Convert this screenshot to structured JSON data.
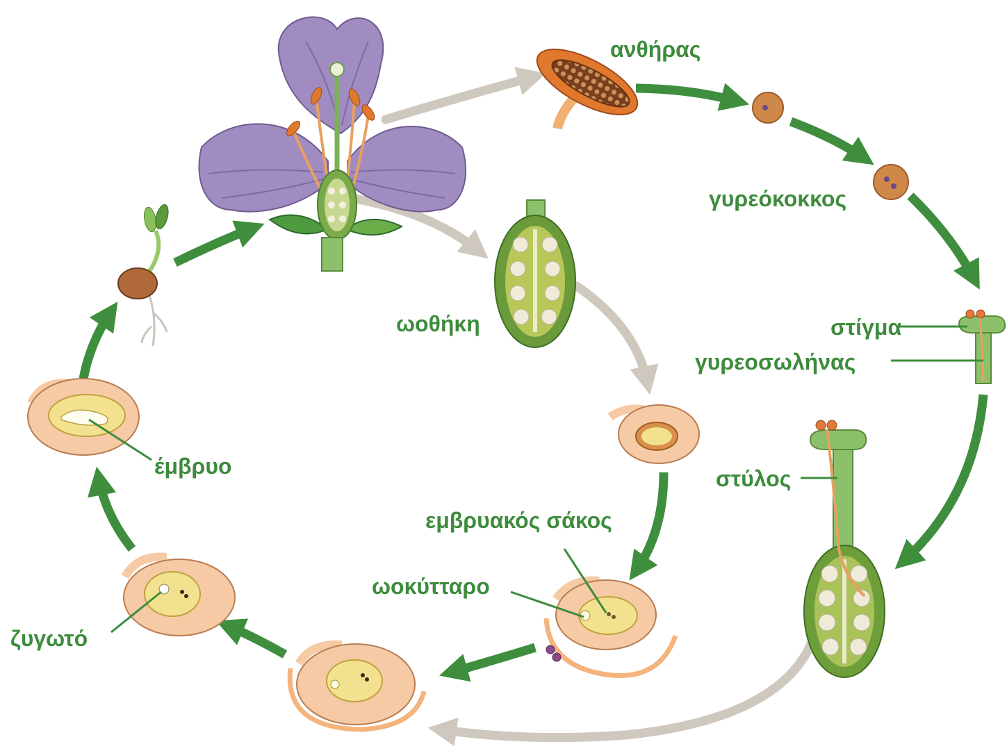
{
  "labels": {
    "anther": "ανθήρας",
    "pollen_grain": "γυρεόκοκκος",
    "stigma": "στίγμα",
    "pollen_tube": "γυρεοσωλήνας",
    "style": "στύλος",
    "ovary": "ωοθήκη",
    "embryo_sac": "εμβρυακός σάκος",
    "egg_cell": "ωοκύτταρο",
    "zygote": "ζυγωτό",
    "embryo": "έμβρυο"
  },
  "colors": {
    "label": "#3d8c3d",
    "cycle_arrow": "#3e8e3e",
    "pollination_arrow": "#cec8bf",
    "petal": "#a08cc0",
    "anther": "#e0782e",
    "ovule": "#f6caa4",
    "embryo_sac": "#f2e290"
  }
}
